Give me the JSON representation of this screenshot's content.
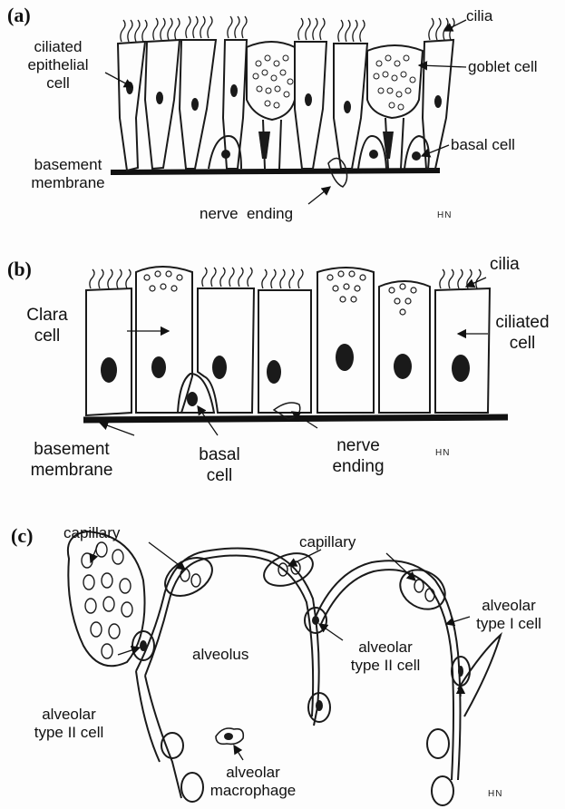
{
  "panels": {
    "a": {
      "tag": "(a)",
      "labels": {
        "cilia": "cilia",
        "ciliated_epithelial_cell": [
          "ciliated",
          "epithelial",
          "cell"
        ],
        "goblet_cell": "goblet cell",
        "basal_cell": "basal cell",
        "basement_membrane": [
          "basement",
          "membrane"
        ],
        "nerve_ending": "nerve  ending"
      },
      "signature": "HN"
    },
    "b": {
      "tag": "(b)",
      "labels": {
        "cilia": "cilia",
        "clara_cell": [
          "Clara",
          "cell"
        ],
        "ciliated_cell": [
          "ciliated",
          "cell"
        ],
        "basement_membrane": [
          "basement",
          "membrane"
        ],
        "basal_cell": [
          "basal",
          "cell"
        ],
        "nerve_ending": [
          "nerve",
          "ending"
        ]
      },
      "signature": "HN"
    },
    "c": {
      "tag": "(c)",
      "labels": {
        "capillary_left": "capillary",
        "capillary_right": "capillary",
        "alveolar_type_i_cell": [
          "alveolar",
          "type I cell"
        ],
        "alveolus": "alveolus",
        "alveolar_type_ii_cell_center": [
          "alveolar",
          "type II cell"
        ],
        "alveolar_type_ii_cell_left": [
          "alveolar",
          "type II cell"
        ],
        "alveolar_macrophage": [
          "alveolar",
          "macrophage"
        ]
      },
      "signature": "HN"
    }
  },
  "colors": {
    "ink": "#1a1a1a",
    "membrane": "#111111",
    "paper": "#fdfdfd"
  }
}
